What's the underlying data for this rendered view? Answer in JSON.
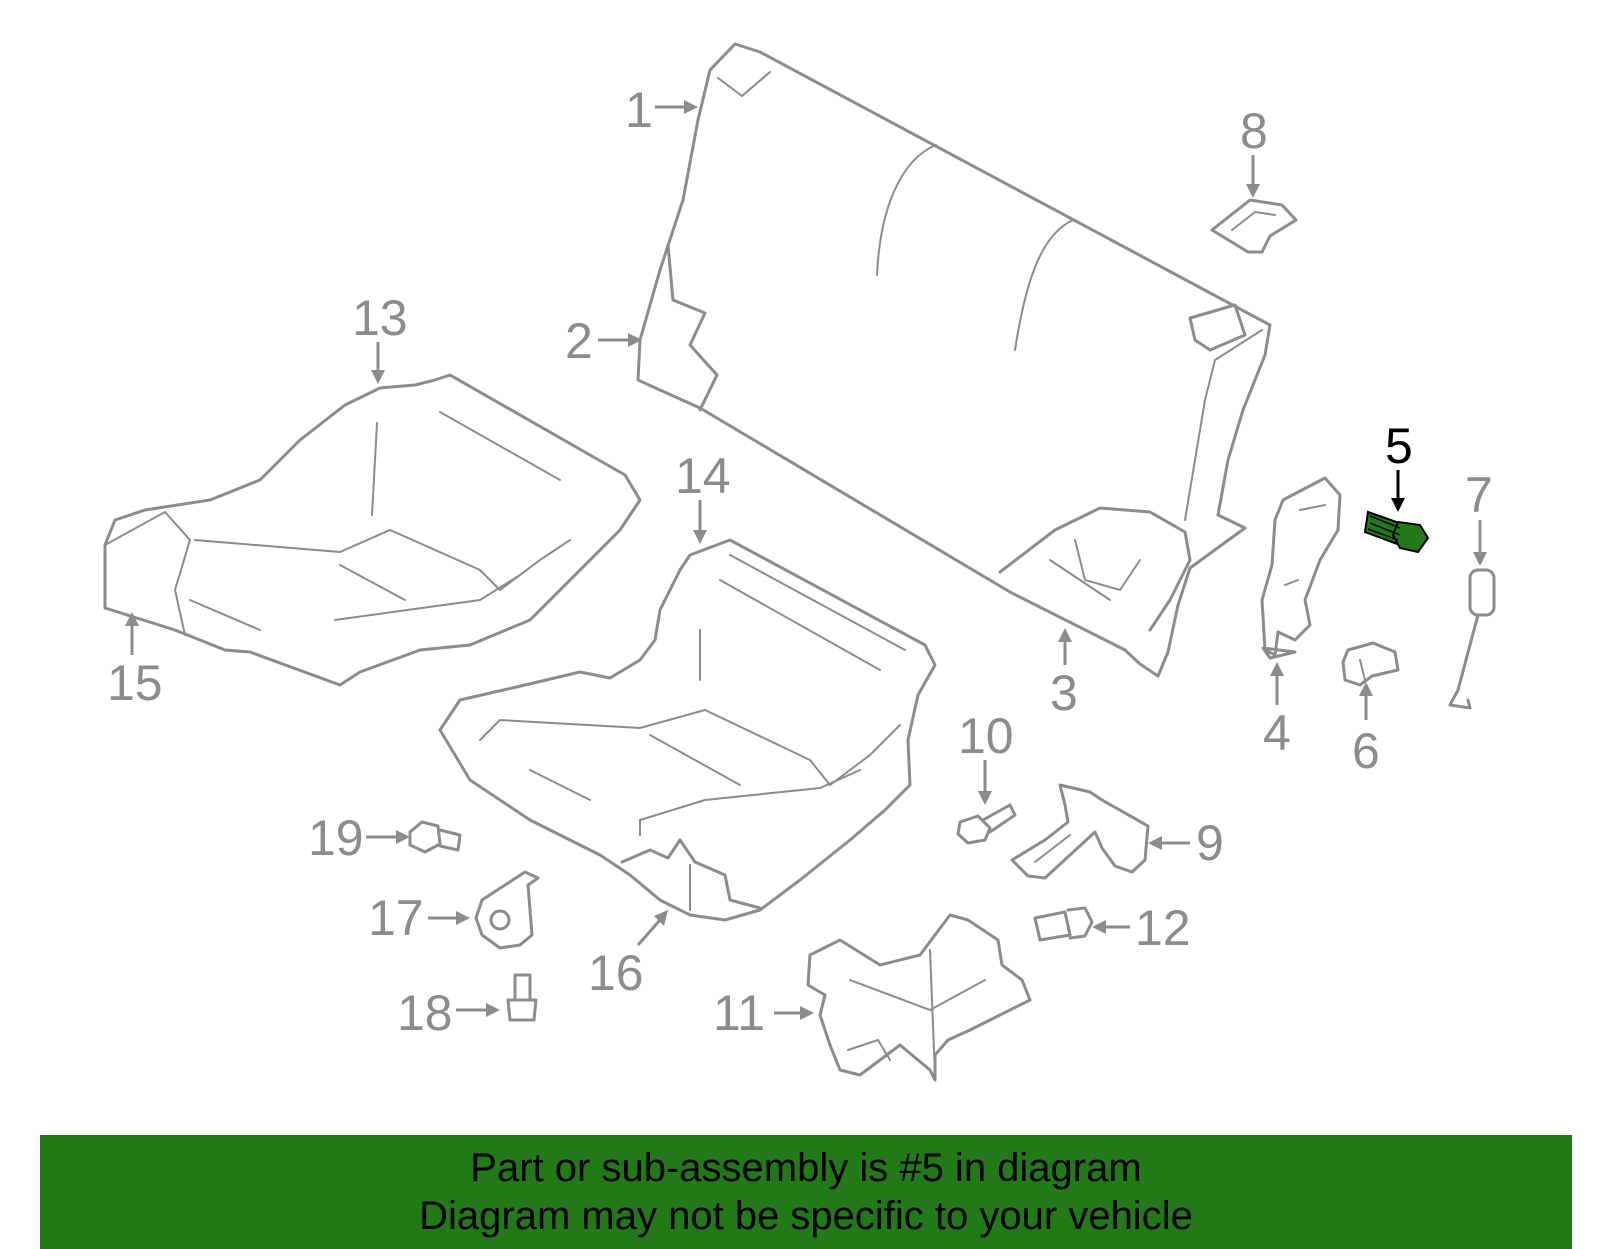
{
  "diagram": {
    "highlight_color": "#217a17",
    "highlighted_part": "5",
    "callouts": [
      "1",
      "2",
      "3",
      "4",
      "5",
      "6",
      "7",
      "8",
      "9",
      "10",
      "11",
      "12",
      "13",
      "14",
      "15",
      "16",
      "17",
      "18",
      "19"
    ]
  },
  "banner": {
    "background": "#217a17",
    "line1": "Part or sub-assembly is #5 in diagram",
    "line2": "Diagram may not be specific to your vehicle"
  }
}
